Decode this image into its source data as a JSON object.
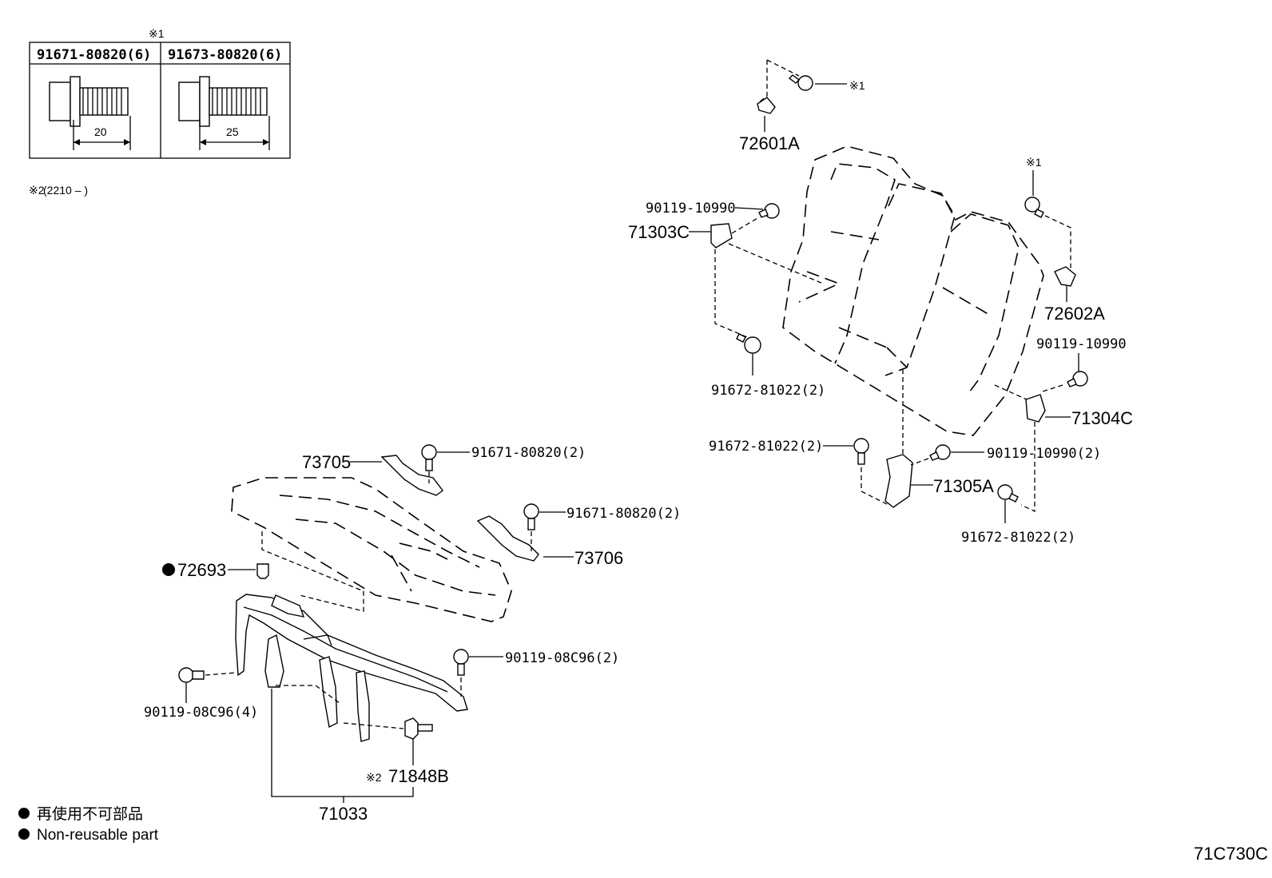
{
  "note_marks": {
    "table_note": "※1",
    "note2_mark": "※2",
    "note2_range": "(2210 –      )"
  },
  "bolt_table": {
    "headers": [
      "91671-80820(6)",
      "91673-80820(6)"
    ],
    "lengths": [
      "20",
      "25"
    ]
  },
  "callouts": {
    "p72601A": "72601A",
    "p90119_10990_a": "90119-10990",
    "p71303C": "71303C",
    "p91672_81022_a": "91672-81022(2)",
    "p72602A": "72602A",
    "p90119_10990_b": "90119-10990",
    "p71304C": "71304C",
    "p91672_81022_b": "91672-81022(2)",
    "p90119_10990_c": "90119-10990(2)",
    "p71305A": "71305A",
    "p91672_81022_c": "91672-81022(2)",
    "p73705": "73705",
    "p91671_80820_a": "91671-80820(2)",
    "p91671_80820_b": "91671-80820(2)",
    "p73706": "73706",
    "p72693": "72693",
    "p90119_08C96_a": "90119-08C96(2)",
    "p90119_08C96_b": "90119-08C96(4)",
    "p71848B": "71848B",
    "p71033": "71033",
    "mark1_a": "※1",
    "mark1_b": "※1",
    "mark2": "※2"
  },
  "legend": {
    "jp": "再使用不可部品",
    "en": "Non-reusable part"
  },
  "diagram_id": "71C730C"
}
